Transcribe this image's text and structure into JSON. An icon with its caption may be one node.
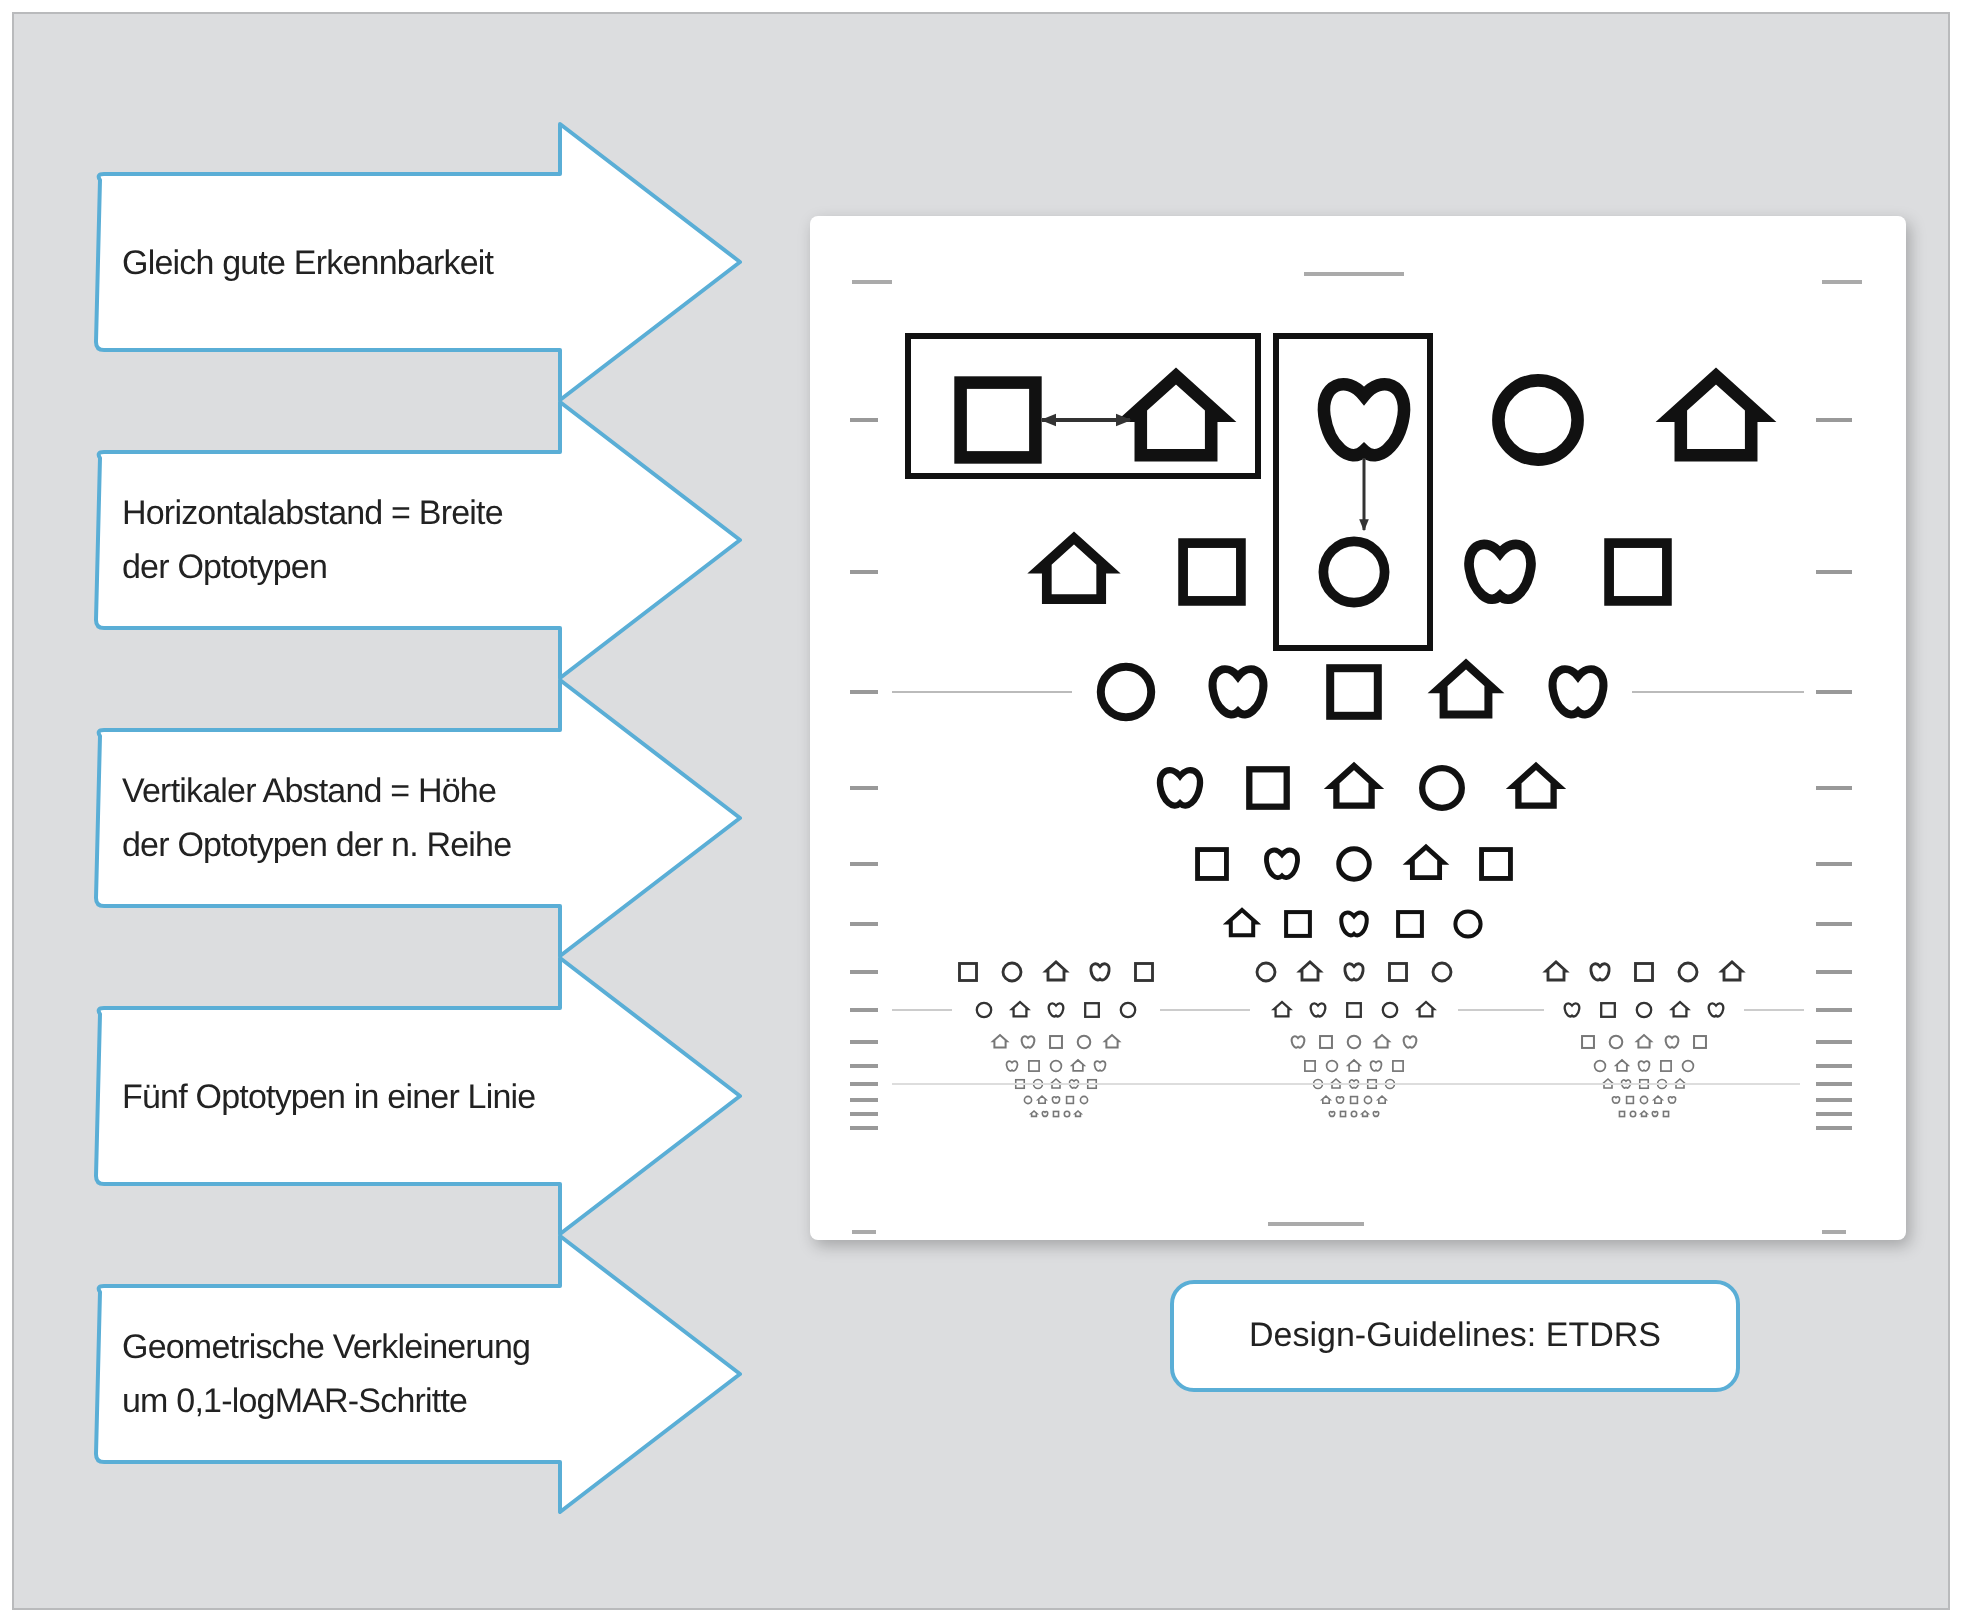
{
  "diagram": {
    "nodes": [
      {
        "text": [
          "Gleich gute Erkennbarkeit"
        ]
      },
      {
        "text": [
          "Horizontalabstand = Breite der Optotypen"
        ]
      },
      {
        "text": [
          "Vertikaler Abstand = Höhe der Optotypen der n. Reihe"
        ]
      },
      {
        "text": [
          "Fünf Optotypen in einer Linie"
        ]
      },
      {
        "text": [
          "Geometrische Verkleinerung um 0,1-logMAR-Schritte"
        ]
      },
      {
        "text": [
          "Design-Guidelines: ETDRS"
        ]
      }
    ]
  }
}
